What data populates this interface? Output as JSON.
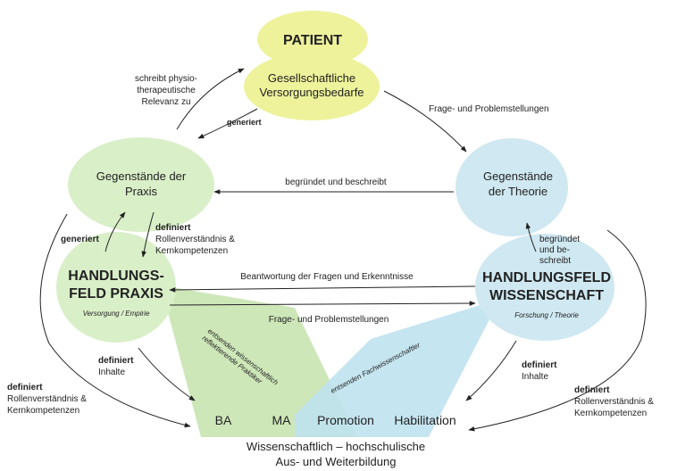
{
  "patient": {
    "title": "PATIENT"
  },
  "needs": {
    "line1": "Gesellschaftliche",
    "line2": "Versorgungsbedarfe"
  },
  "practice_objects": {
    "line1": "Gegenstände der",
    "line2": "Praxis"
  },
  "theory_objects": {
    "line1": "Gegenstände",
    "line2": "der Theorie"
  },
  "practice_field": {
    "line1": "HANDLUNGS-",
    "line2": "FELD PRAXIS",
    "subtitle": "Versorgung / Empirie"
  },
  "science_field": {
    "line1": "HANDLUNGSFELD",
    "line2": "WISSENSCHAFT",
    "subtitle": "Forschung / Theorie"
  },
  "edges": {
    "schreibt": {
      "line1": "schreibt physio-",
      "line2": "therapeutische",
      "line3": "Relevanz zu"
    },
    "generiert_top": "generiert",
    "frage_top": "Frage- und Problemstellungen",
    "begruendet": "begründet und beschreibt",
    "generiert_left": "generiert",
    "definiert_rollen": {
      "bold": "definiert",
      "line2": "Rollenverständnis &",
      "line3": "Kernkompetenzen"
    },
    "begruendet_right": {
      "line1": "begründet",
      "line2": "und be-",
      "line3": "schreibt"
    },
    "beantwortung": "Beantwortung der Fragen und Erkenntnisse",
    "frage_mid": "Frage- und Problemstellungen",
    "definiert_inhalte_left": {
      "bold": "definiert",
      "line2": "Inhalte"
    },
    "definiert_inhalte_right": {
      "bold": "definiert",
      "line2": "Inhalte"
    },
    "definiert_outer_left": {
      "bold": "definiert",
      "line2": "Rollenverständnis &",
      "line3": "Kernkompetenzen"
    },
    "definiert_outer_right": {
      "bold": "definiert",
      "line2": "Rollenverständnis &",
      "line3": "Kernkompetenzen"
    }
  },
  "bands": {
    "green": {
      "line1": "entsenden wissenschaftlich",
      "line2": "reflektierende Praktiker"
    },
    "blue": "entsenden Fachwissenschaftler"
  },
  "degrees": {
    "ba": "BA",
    "ma": "MA",
    "promotion": "Promotion",
    "habilitation": "Habilitation"
  },
  "education": {
    "line1": "Wissenschaftlich – hochschulische",
    "line2": "Aus- und Weiterbildung"
  },
  "colors": {
    "yellow": "#eef29a",
    "green": "#d9efc8",
    "blue": "#cfe8f1",
    "band_green": "#c4e3ad",
    "band_blue": "#bfe2ee",
    "arrow": "#222222"
  }
}
